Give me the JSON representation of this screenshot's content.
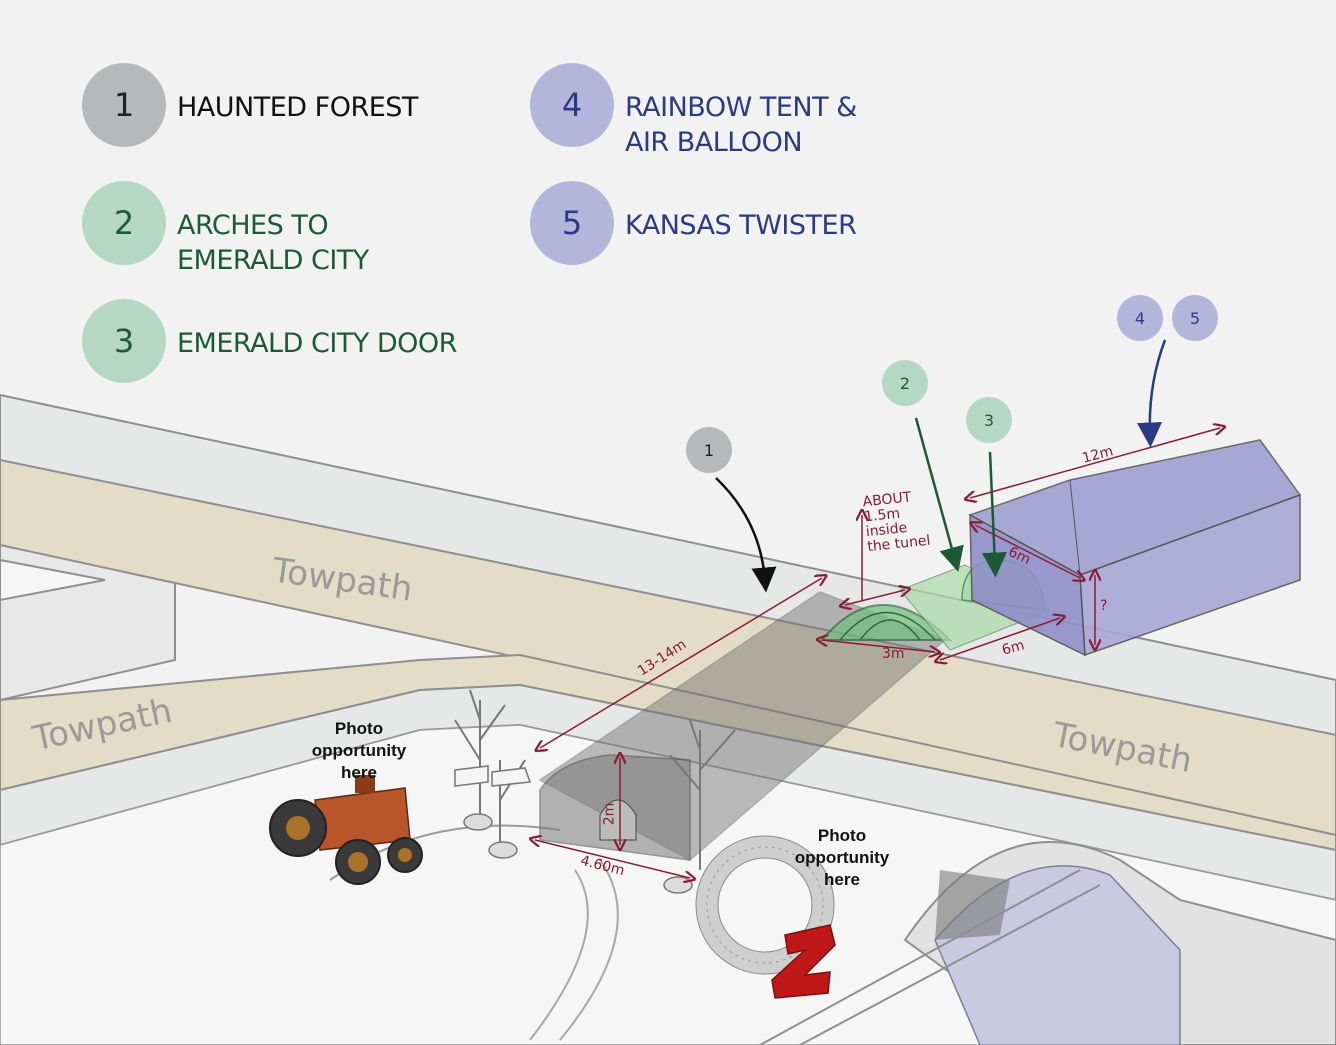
{
  "legend": [
    {
      "number": "1",
      "label_lines": [
        "HAUNTED FOREST"
      ],
      "color": "#b7b8b9",
      "text_color": "#111111"
    },
    {
      "number": "2",
      "label_lines": [
        "ARCHES TO",
        "EMERALD CITY"
      ],
      "color": "#b5d8c5",
      "text_color": "#1c5a36"
    },
    {
      "number": "3",
      "label_lines": [
        "EMERALD CITY DOOR"
      ],
      "color": "#b5d8c5",
      "text_color": "#1c5a36"
    },
    {
      "number": "4",
      "label_lines": [
        "RAINBOW TENT &",
        "AIR BALLOON"
      ],
      "color": "#b4b5db",
      "text_color": "#2a3a86"
    },
    {
      "number": "5",
      "label_lines": [
        "KANSAS TWISTER"
      ],
      "color": "#b4b5db",
      "text_color": "#2a3a86"
    }
  ],
  "markers": [
    "1",
    "2",
    "3",
    "4",
    "5"
  ],
  "towpath_label": "Towpath",
  "photo_label": "Photo\nopportunity\nhere",
  "dimensions": {
    "tunnel_length": "13-14m",
    "tunnel_width": "4.60m",
    "tunnel_height": "2m",
    "arch_width": "3m",
    "door_width": "6m",
    "tent_length": "12m",
    "tent_depth": "6m",
    "tent_height": "?"
  },
  "note": "ABOUT\n1.5m\ninside\nthe tunel",
  "colors": {
    "gray_zone": "#b7b8b9",
    "green_zone": "#b5d8c5",
    "purple_zone": "#b4b5db",
    "towpath": "#e4dcc6",
    "dimension_ink": "#8a1c36",
    "sign_red": "#c01818"
  },
  "icons": [
    "tractor-icon",
    "wreath-ring-icon",
    "letter-z-sign",
    "bare-tree-icon",
    "signpost-icon"
  ]
}
